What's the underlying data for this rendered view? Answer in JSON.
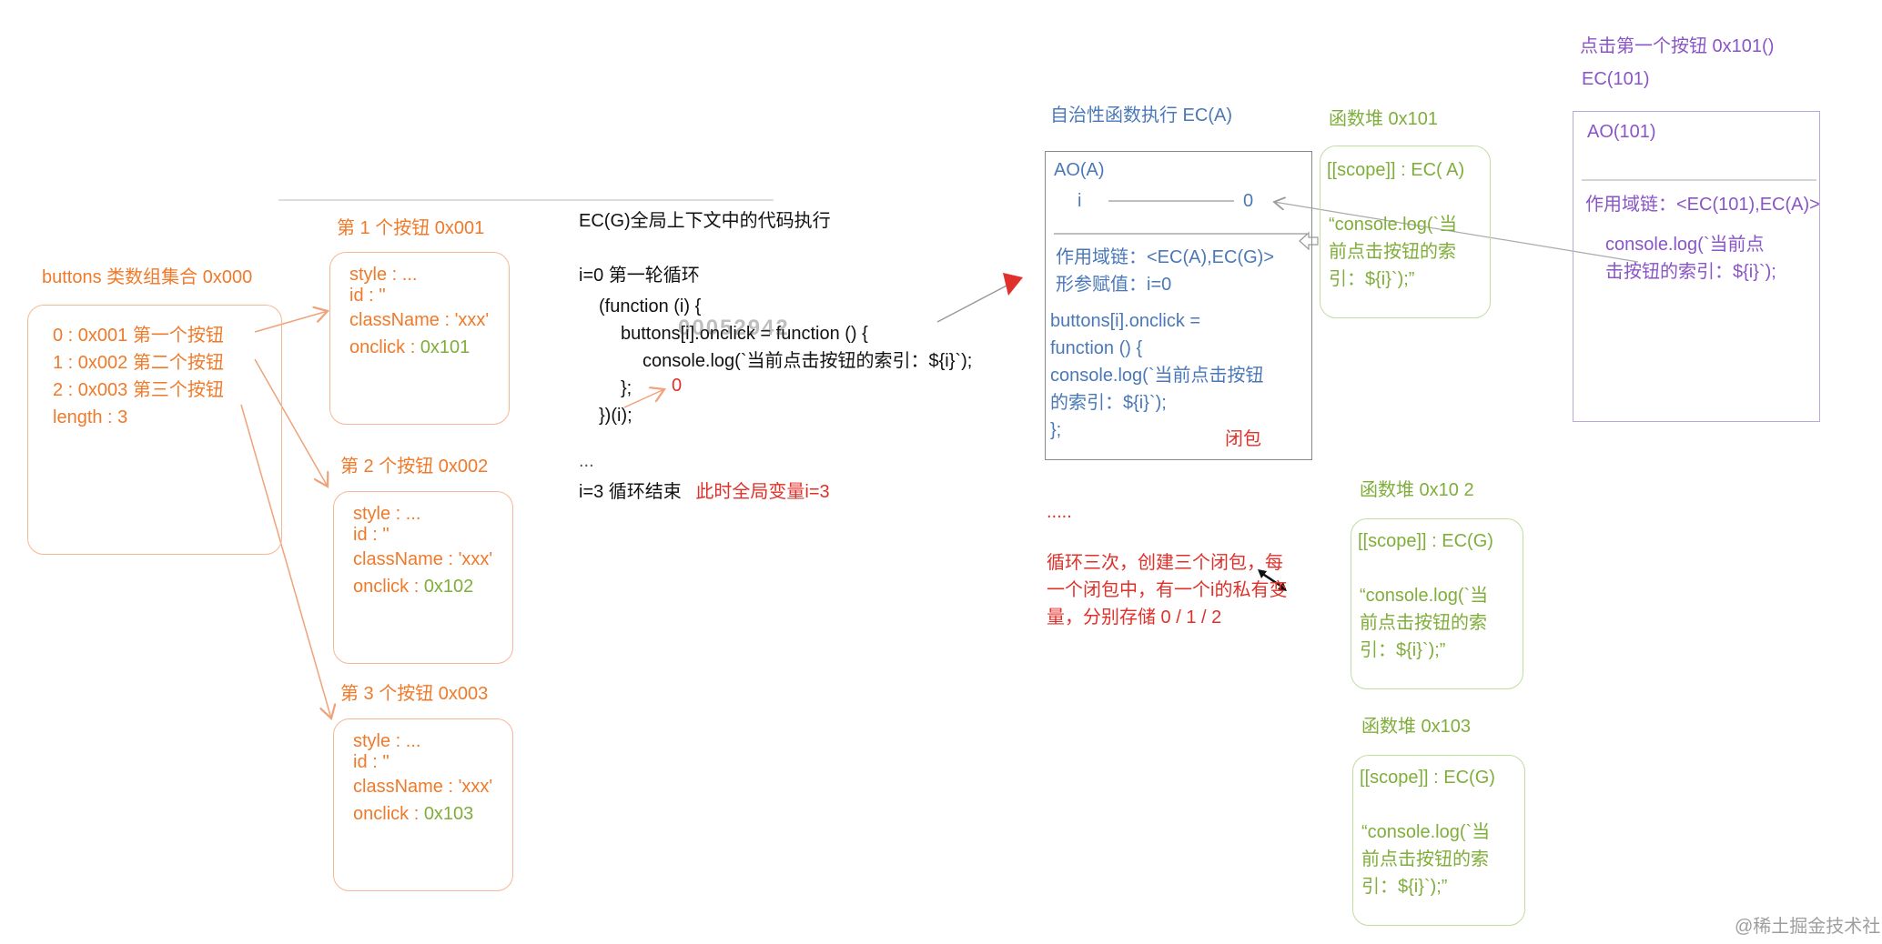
{
  "buttons_collection": {
    "title": "buttons 类数组集合 0x000",
    "items": [
      "0 : 0x001  第一个按钮",
      "1 : 0x002  第二个按钮",
      "2 : 0x003  第三个按钮",
      "length : 3"
    ]
  },
  "button_objects": [
    {
      "title": "第 1 个按钮 0x001",
      "style": "style : ...",
      "id": "id : ''",
      "className": "className : 'xxx'",
      "onclick_label": "onclick :",
      "onclick_value": "0x101"
    },
    {
      "title": "第 2 个按钮 0x002",
      "style": "style : ...",
      "id": "id : ''",
      "className": "className : 'xxx'",
      "onclick_label": "onclick :",
      "onclick_value": "0x102"
    },
    {
      "title": "第 3 个按钮 0x003",
      "style": "style : ...",
      "id": "id : ''",
      "className": "className : 'xxx'",
      "onclick_label": "onclick :",
      "onclick_value": "0x103"
    }
  ],
  "global_code": {
    "title": "EC(G)全局上下文中的代码执行",
    "round": "i=0  第一轮循环",
    "lines": [
      "(function (i) {",
      "    buttons[i].onclick = function () {",
      "        console.log(`当前点击按钮的索引：${i}`);",
      "    };",
      "})(i);"
    ],
    "arg_value": "0",
    "ellipsis": "...",
    "end_text": "i=3  循环结束",
    "end_note": "此时全局变量i=3",
    "overlay": "00052942"
  },
  "ec_a": {
    "title": "自治性函数执行 EC(A)",
    "ao": "AO(A)",
    "var_name": "i",
    "var_value": "0",
    "scope_chain": "作用域链：<EC(A),EC(G)>",
    "param_assign": "形参赋值：i=0",
    "code_lines": [
      "buttons[i].onclick =",
      "function () {",
      "   console.log(`当前点击按钮",
      "的索引：${i}`);",
      "};"
    ],
    "closure_label": "闭包",
    "dots": "....."
  },
  "closure_note": {
    "lines": [
      "循环三次，创建三个闭包，每",
      "一个闭包中，有一个i的私有变",
      "量，分别存储 0 / 1 / 2"
    ]
  },
  "heaps": [
    {
      "title": "函数堆 0x101",
      "scope": "[[scope]] : EC( A)",
      "body": [
        "“console.log(`当",
        "前点击按钮的索",
        "引：${i}`);”"
      ]
    },
    {
      "title": "函数堆 0x10 2",
      "scope": "[[scope]] : EC(G)",
      "body": [
        "“console.log(`当",
        "前点击按钮的索",
        "引：${i}`);”"
      ]
    },
    {
      "title": "函数堆 0x103",
      "scope": "[[scope]] : EC(G)",
      "body": [
        "“console.log(`当",
        "前点击按钮的索",
        "引：${i}`);”"
      ]
    }
  ],
  "ec_101": {
    "heading": "点击第一个按钮   0x101()",
    "name": "EC(101)",
    "ao": "AO(101)",
    "scope_chain": "作用域链：<EC(101),EC(A)>",
    "code_lines": [
      "console.log(`当前点",
      "击按钮的索引：${i}`);"
    ]
  },
  "watermark": "@稀土掘金技术社区",
  "colors": {
    "orange": "#f07a2a",
    "green": "#7fae3a",
    "blue": "#4a78b8",
    "purple": "#8a55c8",
    "red": "#e0302a"
  }
}
